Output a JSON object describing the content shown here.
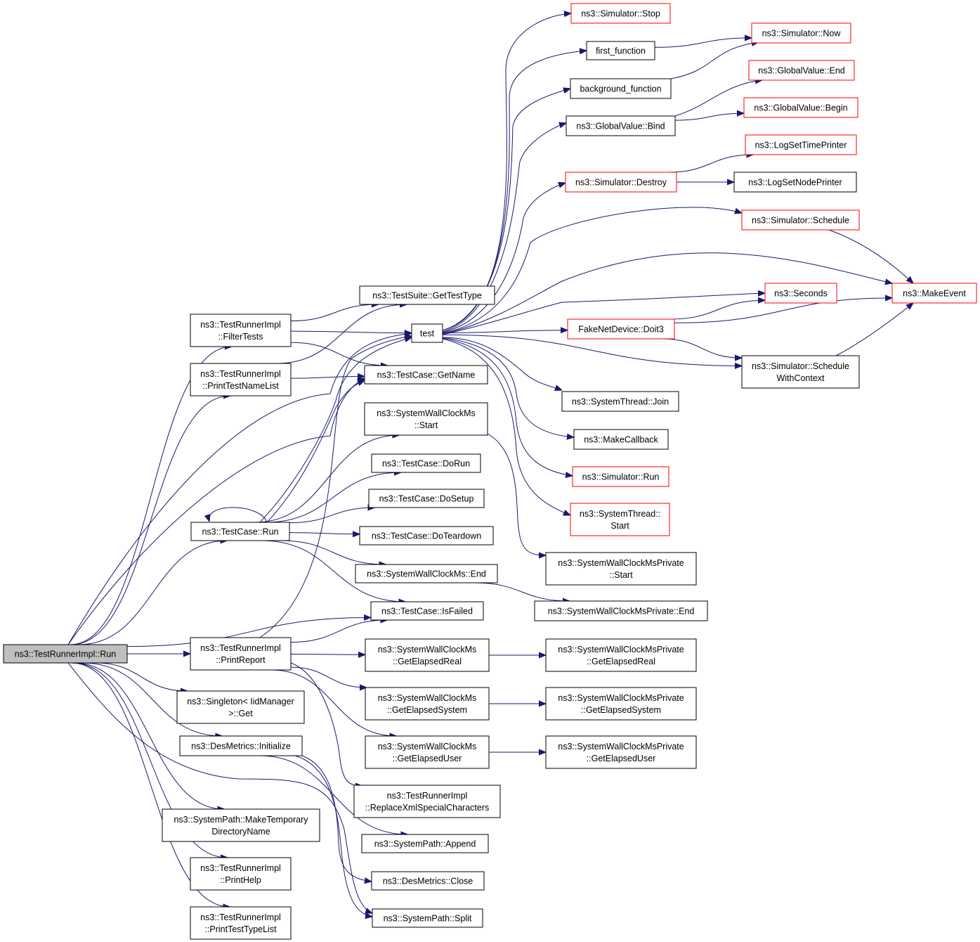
{
  "graph": {
    "root": "run",
    "colors": {
      "edge": "#191970",
      "box_border": "#000000",
      "truncated_border": "#ff0000",
      "root_fill": "#bfbfbf",
      "box_fill": "#ffffff"
    },
    "nodes": [
      {
        "id": "run",
        "lines": [
          "ns3::TestRunnerImpl::Run"
        ],
        "root": true
      },
      {
        "id": "filterTests",
        "lines": [
          "ns3::TestRunnerImpl",
          "::FilterTests"
        ]
      },
      {
        "id": "printTestNameList",
        "lines": [
          "ns3::TestRunnerImpl",
          "::PrintTestNameList"
        ]
      },
      {
        "id": "testCaseRun",
        "lines": [
          "ns3::TestCase::Run"
        ]
      },
      {
        "id": "printReport",
        "lines": [
          "ns3::TestRunnerImpl",
          "::PrintReport"
        ]
      },
      {
        "id": "singletonGet",
        "lines": [
          "ns3::Singleton< IidManager",
          " >::Get"
        ]
      },
      {
        "id": "desInit",
        "lines": [
          "ns3::DesMetrics::Initialize"
        ]
      },
      {
        "id": "makeTempDir",
        "lines": [
          "ns3::SystemPath::MakeTemporary",
          "DirectoryName"
        ]
      },
      {
        "id": "printHelp",
        "lines": [
          "ns3::TestRunnerImpl",
          "::PrintHelp"
        ]
      },
      {
        "id": "printTestTypeList",
        "lines": [
          "ns3::TestRunnerImpl",
          "::PrintTestTypeList"
        ]
      },
      {
        "id": "getTestType",
        "lines": [
          "ns3::TestSuite::GetTestType"
        ]
      },
      {
        "id": "test",
        "lines": [
          "test"
        ]
      },
      {
        "id": "getName",
        "lines": [
          "ns3::TestCase::GetName"
        ]
      },
      {
        "id": "swcStart",
        "lines": [
          "ns3::SystemWallClockMs",
          "::Start"
        ]
      },
      {
        "id": "doRun",
        "lines": [
          "ns3::TestCase::DoRun"
        ]
      },
      {
        "id": "doSetup",
        "lines": [
          "ns3::TestCase::DoSetup"
        ]
      },
      {
        "id": "doTeardown",
        "lines": [
          "ns3::TestCase::DoTeardown"
        ]
      },
      {
        "id": "swcEnd",
        "lines": [
          "ns3::SystemWallClockMs::End"
        ]
      },
      {
        "id": "isFailed",
        "lines": [
          "ns3::TestCase::IsFailed"
        ]
      },
      {
        "id": "getElapsedReal",
        "lines": [
          "ns3::SystemWallClockMs",
          "::GetElapsedReal"
        ]
      },
      {
        "id": "getElapsedSystem",
        "lines": [
          "ns3::SystemWallClockMs",
          "::GetElapsedSystem"
        ]
      },
      {
        "id": "getElapsedUser",
        "lines": [
          "ns3::SystemWallClockMs",
          "::GetElapsedUser"
        ]
      },
      {
        "id": "replaceXml",
        "lines": [
          "ns3::TestRunnerImpl",
          "::ReplaceXmlSpecialCharacters"
        ]
      },
      {
        "id": "pathAppend",
        "lines": [
          "ns3::SystemPath::Append"
        ]
      },
      {
        "id": "desClose",
        "lines": [
          "ns3::DesMetrics::Close"
        ]
      },
      {
        "id": "pathSplit",
        "lines": [
          "ns3::SystemPath::Split"
        ]
      },
      {
        "id": "simStop",
        "lines": [
          "ns3::Simulator::Stop"
        ],
        "truncated": true
      },
      {
        "id": "firstFunction",
        "lines": [
          "first_function"
        ]
      },
      {
        "id": "backgroundFunction",
        "lines": [
          "background_function"
        ]
      },
      {
        "id": "gvBind",
        "lines": [
          "ns3::GlobalValue::Bind"
        ]
      },
      {
        "id": "simDestroy",
        "lines": [
          "ns3::Simulator::Destroy"
        ],
        "truncated": true
      },
      {
        "id": "fakeNetDevice",
        "lines": [
          "FakeNetDevice::Doit3"
        ],
        "truncated": true
      },
      {
        "id": "threadJoin",
        "lines": [
          "ns3::SystemThread::Join"
        ]
      },
      {
        "id": "makeCallback",
        "lines": [
          "ns3::MakeCallback"
        ]
      },
      {
        "id": "simRun",
        "lines": [
          "ns3::Simulator::Run"
        ],
        "truncated": true
      },
      {
        "id": "threadStart",
        "lines": [
          "ns3::SystemThread::",
          "Start"
        ],
        "truncated": true
      },
      {
        "id": "swcpStart",
        "lines": [
          "ns3::SystemWallClockMsPrivate",
          "::Start"
        ]
      },
      {
        "id": "swcpEnd",
        "lines": [
          "ns3::SystemWallClockMsPrivate::End"
        ]
      },
      {
        "id": "swcpElapsedReal",
        "lines": [
          "ns3::SystemWallClockMsPrivate",
          "::GetElapsedReal"
        ]
      },
      {
        "id": "swcpElapsedSystem",
        "lines": [
          "ns3::SystemWallClockMsPrivate",
          "::GetElapsedSystem"
        ]
      },
      {
        "id": "swcpElapsedUser",
        "lines": [
          "ns3::SystemWallClockMsPrivate",
          "::GetElapsedUser"
        ]
      },
      {
        "id": "simNow",
        "lines": [
          "ns3::Simulator::Now"
        ],
        "truncated": true
      },
      {
        "id": "gvEnd",
        "lines": [
          "ns3::GlobalValue::End"
        ],
        "truncated": true
      },
      {
        "id": "gvBegin",
        "lines": [
          "ns3::GlobalValue::Begin"
        ],
        "truncated": true
      },
      {
        "id": "logTimePrinter",
        "lines": [
          "ns3::LogSetTimePrinter"
        ],
        "truncated": true
      },
      {
        "id": "logNodePrinter",
        "lines": [
          "ns3::LogSetNodePrinter"
        ]
      },
      {
        "id": "simSchedule",
        "lines": [
          "ns3::Simulator::Schedule"
        ],
        "truncated": true
      },
      {
        "id": "seconds",
        "lines": [
          "ns3::Seconds"
        ],
        "truncated": true
      },
      {
        "id": "scheduleWithContext",
        "lines": [
          "ns3::Simulator::Schedule",
          "WithContext"
        ]
      },
      {
        "id": "makeEvent",
        "lines": [
          "ns3::MakeEvent"
        ],
        "truncated": true
      }
    ],
    "edges": [
      [
        "run",
        "filterTests"
      ],
      [
        "run",
        "printTestNameList"
      ],
      [
        "run",
        "test"
      ],
      [
        "run",
        "getName"
      ],
      [
        "run",
        "testCaseRun"
      ],
      [
        "run",
        "isFailed"
      ],
      [
        "run",
        "printReport"
      ],
      [
        "run",
        "singletonGet"
      ],
      [
        "run",
        "desInit"
      ],
      [
        "run",
        "makeTempDir"
      ],
      [
        "run",
        "printHelp"
      ],
      [
        "run",
        "printTestTypeList"
      ],
      [
        "run",
        "pathSplit"
      ],
      [
        "filterTests",
        "getTestType"
      ],
      [
        "filterTests",
        "test"
      ],
      [
        "filterTests",
        "getName"
      ],
      [
        "printTestNameList",
        "getTestType"
      ],
      [
        "printTestNameList",
        "getName"
      ],
      [
        "testCaseRun",
        "testCaseRun"
      ],
      [
        "testCaseRun",
        "getName"
      ],
      [
        "testCaseRun",
        "swcStart"
      ],
      [
        "testCaseRun",
        "doRun"
      ],
      [
        "testCaseRun",
        "doSetup"
      ],
      [
        "testCaseRun",
        "doTeardown"
      ],
      [
        "testCaseRun",
        "swcEnd"
      ],
      [
        "testCaseRun",
        "isFailed"
      ],
      [
        "testCaseRun",
        "test"
      ],
      [
        "printReport",
        "test"
      ],
      [
        "printReport",
        "isFailed"
      ],
      [
        "printReport",
        "getElapsedReal"
      ],
      [
        "printReport",
        "getElapsedSystem"
      ],
      [
        "printReport",
        "getElapsedUser"
      ],
      [
        "printReport",
        "replaceXml"
      ],
      [
        "desInit",
        "pathAppend"
      ],
      [
        "desInit",
        "desClose"
      ],
      [
        "desInit",
        "pathSplit"
      ],
      [
        "test",
        "simStop"
      ],
      [
        "test",
        "firstFunction"
      ],
      [
        "test",
        "backgroundFunction"
      ],
      [
        "test",
        "gvBind"
      ],
      [
        "test",
        "simDestroy"
      ],
      [
        "test",
        "simSchedule"
      ],
      [
        "test",
        "makeEvent"
      ],
      [
        "test",
        "seconds"
      ],
      [
        "test",
        "fakeNetDevice"
      ],
      [
        "test",
        "scheduleWithContext"
      ],
      [
        "test",
        "threadJoin"
      ],
      [
        "test",
        "makeCallback"
      ],
      [
        "test",
        "simRun"
      ],
      [
        "test",
        "threadStart"
      ],
      [
        "swcStart",
        "swcpStart"
      ],
      [
        "swcEnd",
        "swcpEnd"
      ],
      [
        "getElapsedReal",
        "swcpElapsedReal"
      ],
      [
        "getElapsedSystem",
        "swcpElapsedSystem"
      ],
      [
        "getElapsedUser",
        "swcpElapsedUser"
      ],
      [
        "firstFunction",
        "simNow"
      ],
      [
        "backgroundFunction",
        "simNow"
      ],
      [
        "gvBind",
        "gvEnd"
      ],
      [
        "gvBind",
        "gvBegin"
      ],
      [
        "simDestroy",
        "logTimePrinter"
      ],
      [
        "simDestroy",
        "logNodePrinter"
      ],
      [
        "simSchedule",
        "makeEvent"
      ],
      [
        "fakeNetDevice",
        "seconds"
      ],
      [
        "fakeNetDevice",
        "makeEvent"
      ],
      [
        "fakeNetDevice",
        "scheduleWithContext"
      ],
      [
        "scheduleWithContext",
        "makeEvent"
      ]
    ]
  }
}
